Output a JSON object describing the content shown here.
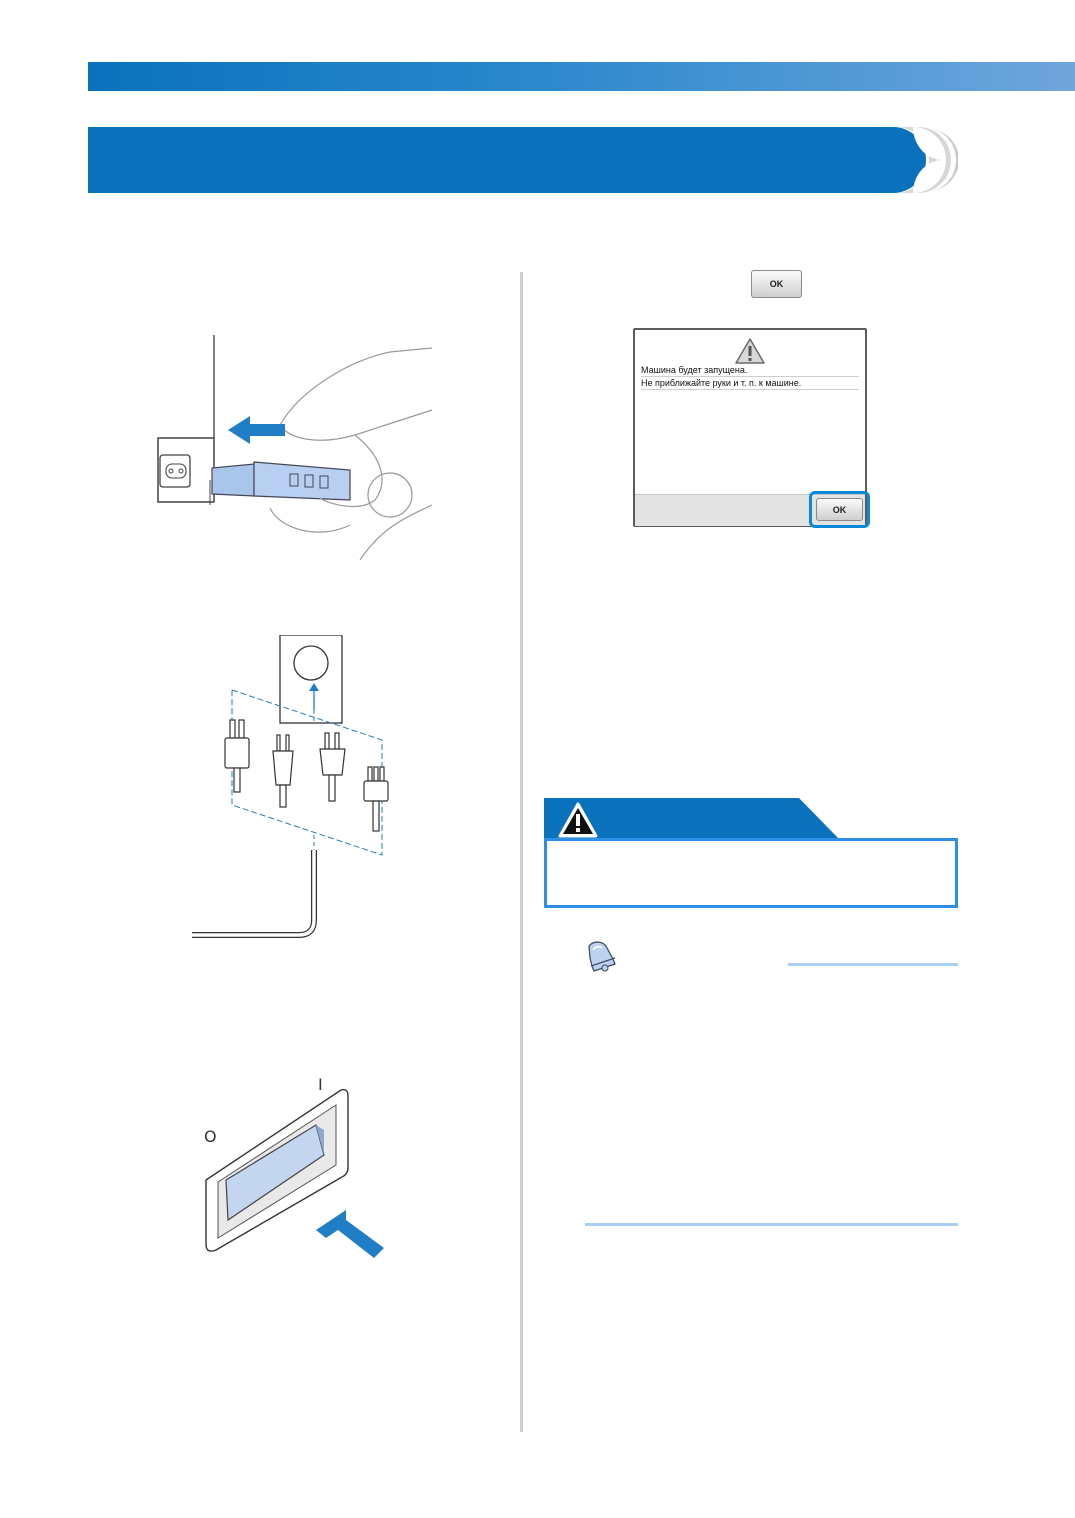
{
  "colors": {
    "brand_blue": "#0a72bd",
    "highlight_blue": "#0a8ad6",
    "warning_border": "#2f8fe4",
    "memo_rule": "#a9d0f2",
    "divider_gray": "#cfcfcf"
  },
  "step_illustrations": {
    "insert_power_cord": {
      "icon": "power-cord-insertion-illustration"
    },
    "plug_types": {
      "icon": "plug-types-illustration"
    },
    "power_switch": {
      "icon": "power-switch-illustration",
      "off_mark": "O",
      "on_mark": "I"
    }
  },
  "inline_button": {
    "label": "OK"
  },
  "screen": {
    "icon": "warning-triangle-icon",
    "line1": "Машина будет запущена.",
    "line2": "Не приближайте руки и т. п. к машине.",
    "ok_label": "OK"
  },
  "warning": {
    "icon": "warning-exclamation-icon"
  },
  "memo": {
    "icon": "bell-icon"
  }
}
